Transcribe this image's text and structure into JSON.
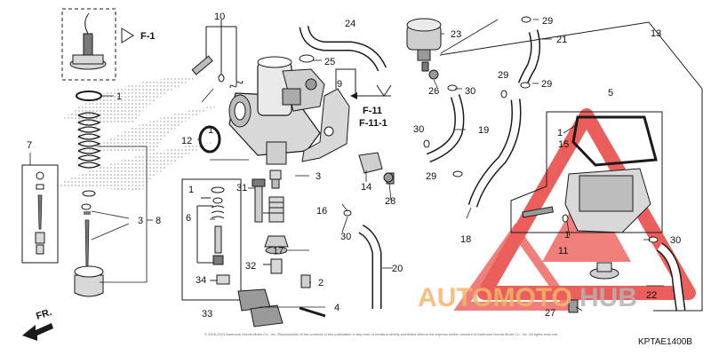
{
  "diagram": {
    "part_numbers": [
      "1",
      "1",
      "1",
      "1",
      "1",
      "2",
      "3",
      "3",
      "4",
      "5",
      "6",
      "7",
      "8",
      "9",
      "10",
      "11",
      "12",
      "13",
      "14",
      "15",
      "16",
      "17",
      "18",
      "19",
      "20",
      "21",
      "22",
      "23",
      "24",
      "25",
      "26",
      "27",
      "28",
      "29",
      "29",
      "29",
      "29",
      "30",
      "30",
      "30",
      "30",
      "31",
      "32",
      "33",
      "34"
    ],
    "refs": {
      "f1": "F-1",
      "f11": "F-11",
      "f11_1": "F-11-1",
      "front": "FR."
    },
    "diagram_code": "KPTAE1400B",
    "copyright": "© 2005-2013 American Honda Motor Co., Inc. Reproduction of the contents of this publication in any form or media is strictly prohibited without the express written consent of American Honda Motor Co., Inc. All rights reserved."
  },
  "watermark": {
    "text_a": "AUTOMOTO",
    "text_b": "HUB",
    "color_a": "#f4b66a",
    "color_b": "#b3b3b3",
    "triangle_color": "#e8433f"
  },
  "colors": {
    "line": "#1a1a1a",
    "shade": "#9a9a9a",
    "part_fill": "#d8d8d8",
    "part_dark": "#7a7a7a"
  }
}
